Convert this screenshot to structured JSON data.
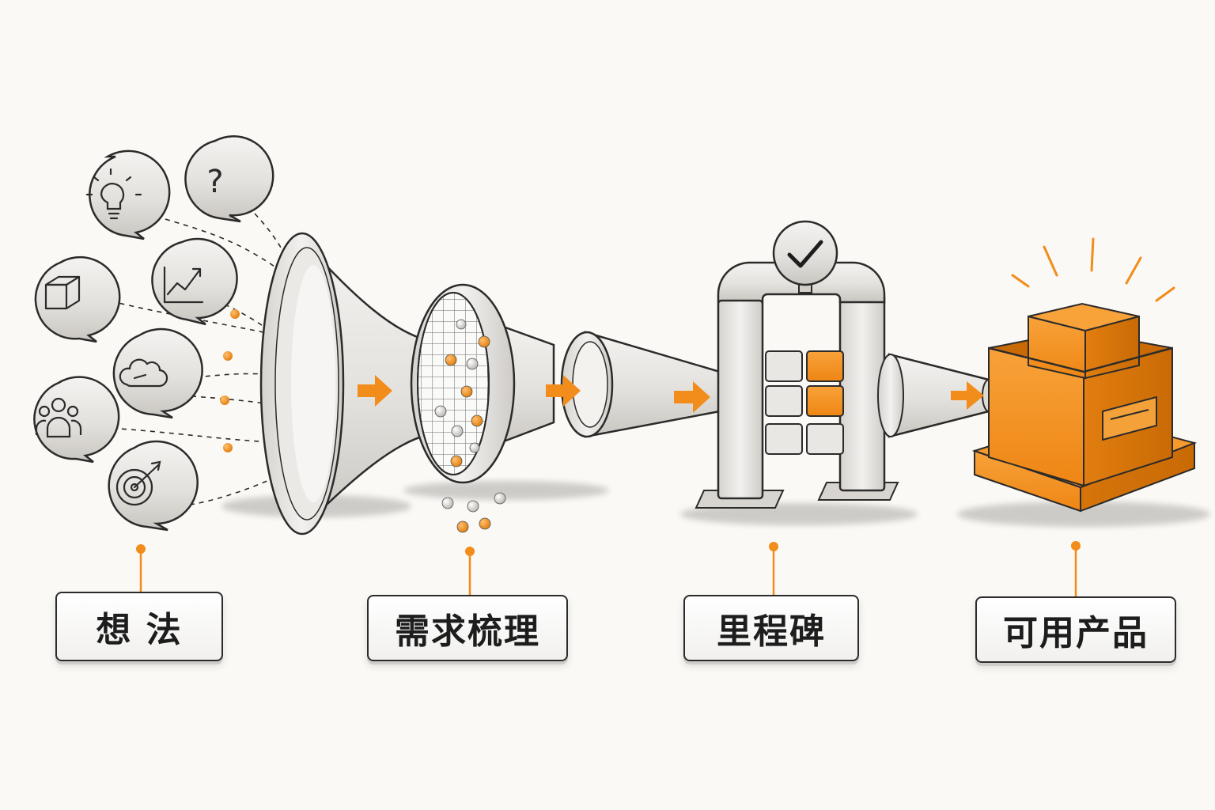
{
  "stages": [
    {
      "id": "ideas",
      "label": "想 法"
    },
    {
      "id": "requirements",
      "label": "需求梳理"
    },
    {
      "id": "milestone",
      "label": "里程碑"
    },
    {
      "id": "product",
      "label": "可用产品"
    }
  ],
  "idea_bubbles": [
    {
      "icon": "lightbulb-icon"
    },
    {
      "icon": "question-mark-icon",
      "text": "?"
    },
    {
      "icon": "cube-icon"
    },
    {
      "icon": "growth-chart-icon"
    },
    {
      "icon": "cloud-dash-icon"
    },
    {
      "icon": "people-group-icon"
    },
    {
      "icon": "target-arrow-icon"
    }
  ],
  "colors": {
    "accent": "#f28c1a",
    "accent_dark": "#d9730a",
    "outline": "#2b2b2b",
    "metal": "#e6e4e0",
    "background": "#fbf9f5"
  }
}
